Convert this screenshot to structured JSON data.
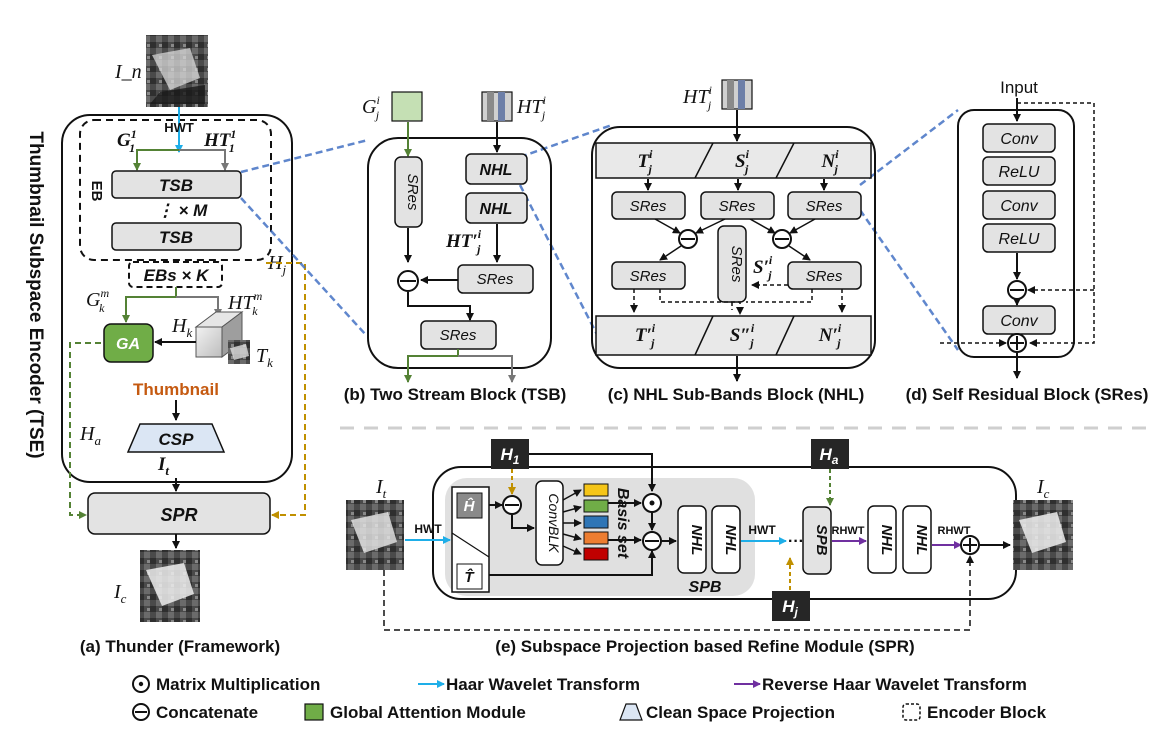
{
  "vertical_title": "Thumbnail Subspace Encoder (TSE)",
  "panel_a": {
    "input": "I_n",
    "hwt": "HWT",
    "g1": "G_1^1",
    "ht1": "HT_1^1",
    "eb": "EB",
    "tsb": "TSB",
    "repeat_m": "⋮ × M",
    "hj": "H_j",
    "ebs": "EBs × K",
    "gk": "G_k^m",
    "htk": "HT_k^m",
    "hk": "H_k",
    "ga": "GA",
    "tk": "T_k",
    "thumbnail": "Thumbnail",
    "csp": "CSP",
    "it": "I_t",
    "ha": "H_a",
    "spr": "SPR",
    "output": "I_c",
    "caption": "(a) Thunder (Framework)"
  },
  "panel_b": {
    "g": "G_j^i",
    "ht": "HT_j^i",
    "nhl": "NHL",
    "sres": "SRes",
    "htp": "HT'_j^i",
    "caption": "(b) Two Stream Block (TSB)"
  },
  "panel_c": {
    "ht": "HT_j^i",
    "t": "T_j^i",
    "s": "S_j^i",
    "n": "N_j^i",
    "sres": "SRes",
    "sp": "S'_j^i",
    "tp": "T'_j^i",
    "spp": "S''_j^i",
    "np": "N'_j^i",
    "caption": "(c) NHL Sub-Bands Block (NHL)"
  },
  "panel_d": {
    "input": "Input",
    "layers": [
      "Conv",
      "ReLU",
      "Conv",
      "ReLU",
      "Conv"
    ],
    "caption": "(d) Self Residual Block (SRes)"
  },
  "panel_e": {
    "it": "I_t",
    "hwt": "HWT",
    "h1": "H_1",
    "hhat": "Ĥ",
    "that": "T̂",
    "convblk": "ConvBLK",
    "basis": "Basis set",
    "basis_colors": [
      "#f5c518",
      "#70ad47",
      "#2e75b6",
      "#ed7d31",
      "#c00000"
    ],
    "nhl": "NHL",
    "spb_label": "SPB",
    "hwt2": "HWT",
    "dots": "···",
    "ha": "H_a",
    "spb": "SPB",
    "rhwt": "RHWT",
    "rhwt2": "RHWT",
    "hj": "H_j",
    "ic": "I_c",
    "caption": "(e) Subspace Projection based Refine Module (SPR)"
  },
  "legend": {
    "matmul": "Matrix Multiplication",
    "hwt": "Haar Wavelet Transform",
    "rhwt": "Reverse Haar Wavelet Transform",
    "concat": "Concatenate",
    "ga": "Global Attention Module",
    "csp": "Clean Space Projection",
    "eb": "Encoder Block"
  },
  "colors": {
    "green": "#70ad47",
    "blue": "#1eaee8",
    "purple": "#7030a0",
    "orange": "#c55a11",
    "gold": "#c09000",
    "gray_box": "#e3e3e3",
    "dark_box": "#262626"
  }
}
